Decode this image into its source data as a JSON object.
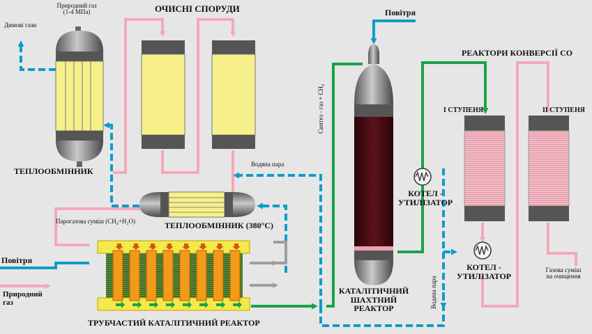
{
  "labels": {
    "natural_gas_top": "Природний газ",
    "pressure": "(1-4 МПа)",
    "flue_gases": "Димові гази",
    "cleaning_units": "ОЧИСНІ СПОРУДИ",
    "heat_exchanger_1": "ТЕПЛООБМІННИК",
    "heat_exchanger_2": "ТЕПЛООБМІННИК (380°С)",
    "water_steam_1": "Водяна пара",
    "steam_gas_mix": "Парогазова суміш (СН₄+Н₂О)",
    "air_left": "Повітря",
    "natural_gas_left_1": "Природний",
    "natural_gas_left_2": "газ",
    "tubular_reactor": "ТРУБЧАСТИЙ КАТАЛІТИЧНИЙ РЕАКТОР",
    "air_top": "Повітря",
    "syngas": "Синтез - газ + СН₄",
    "catalytic_1": "КАТАЛІТИЧНИЙ",
    "catalytic_2": "ШАХТНИЙ",
    "catalytic_3": "РЕАКТОР",
    "co_reactors": "РЕАКТОРИ КОНВЕРСІЇ СО",
    "stage_1": "І СТУПЕНЯ",
    "stage_2": "ІІ СТУПЕНЯ",
    "boiler_1a": "КОТЕЛ -",
    "boiler_1b": "УТИЛІЗАТОР",
    "boiler_2a": "КОТЕЛ -",
    "boiler_2b": "УТИЛІЗАТОР",
    "water_steam_2": "Водяна пара",
    "gas_mix_1": "Газова суміш",
    "gas_mix_2": "на очищення"
  },
  "colors": {
    "background": "#e6e6e6",
    "pink_stream": "#f4a9b8",
    "blue_stream": "#0e9cc8",
    "green_stream": "#16a34a",
    "gray_stream": "#9e9e9e",
    "catalyst_yellow": "#f7f08a",
    "catalyst_dark": "#4a0d12",
    "co_catalyst": "#f0b6c0",
    "reactor_tubes": "#f29a1a"
  }
}
